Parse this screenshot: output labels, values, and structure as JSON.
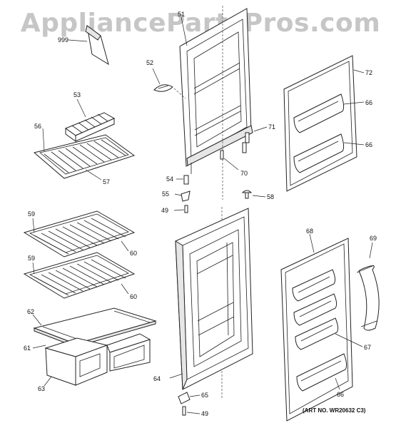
{
  "watermark": "AppliancePartsPros.com",
  "art_number": "(ART NO. WR20632 C3)",
  "callouts": {
    "c999": "999",
    "c51": "51",
    "c52": "52",
    "c53": "53",
    "c56": "56",
    "c57": "57",
    "c72": "72",
    "c66a": "66",
    "c71": "71",
    "c66b": "66",
    "c70": "70",
    "c54": "54",
    "c55a": "55",
    "c58": "58",
    "c49a": "49",
    "c59a": "59",
    "c60a": "60",
    "c68": "68",
    "c69": "69",
    "c59b": "59",
    "c60b": "60",
    "c62": "62",
    "c61": "61",
    "c67": "67",
    "c63": "63",
    "c64": "64",
    "c65": "65",
    "c66c": "66",
    "c49b": "49"
  }
}
